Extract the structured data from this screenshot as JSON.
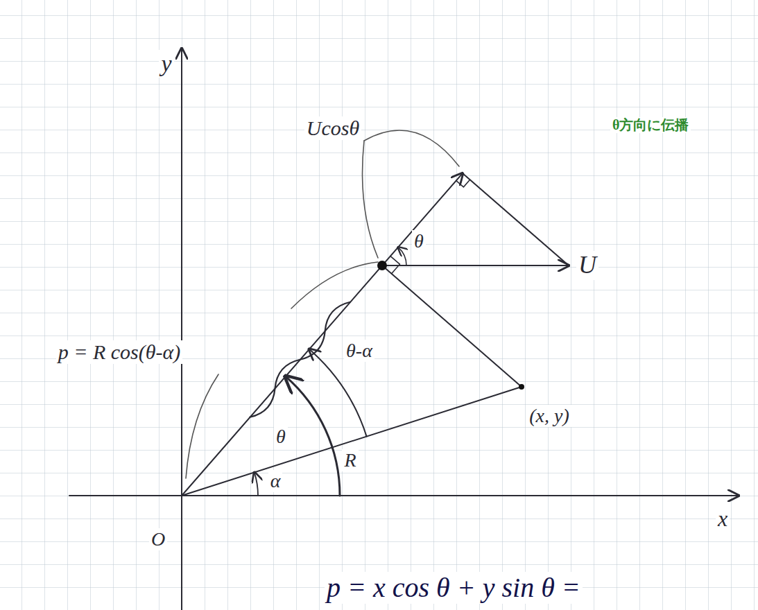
{
  "diagram": {
    "labels": [
      "y",
      "θ方向に伝播",
      "Ucosθ",
      "θ",
      "U",
      "p = R cos(θ-α)",
      "θ-α",
      "(x, y)",
      "θ",
      "R",
      "α",
      "x",
      "O",
      "p = x cos θ + y sin θ ="
    ]
  }
}
